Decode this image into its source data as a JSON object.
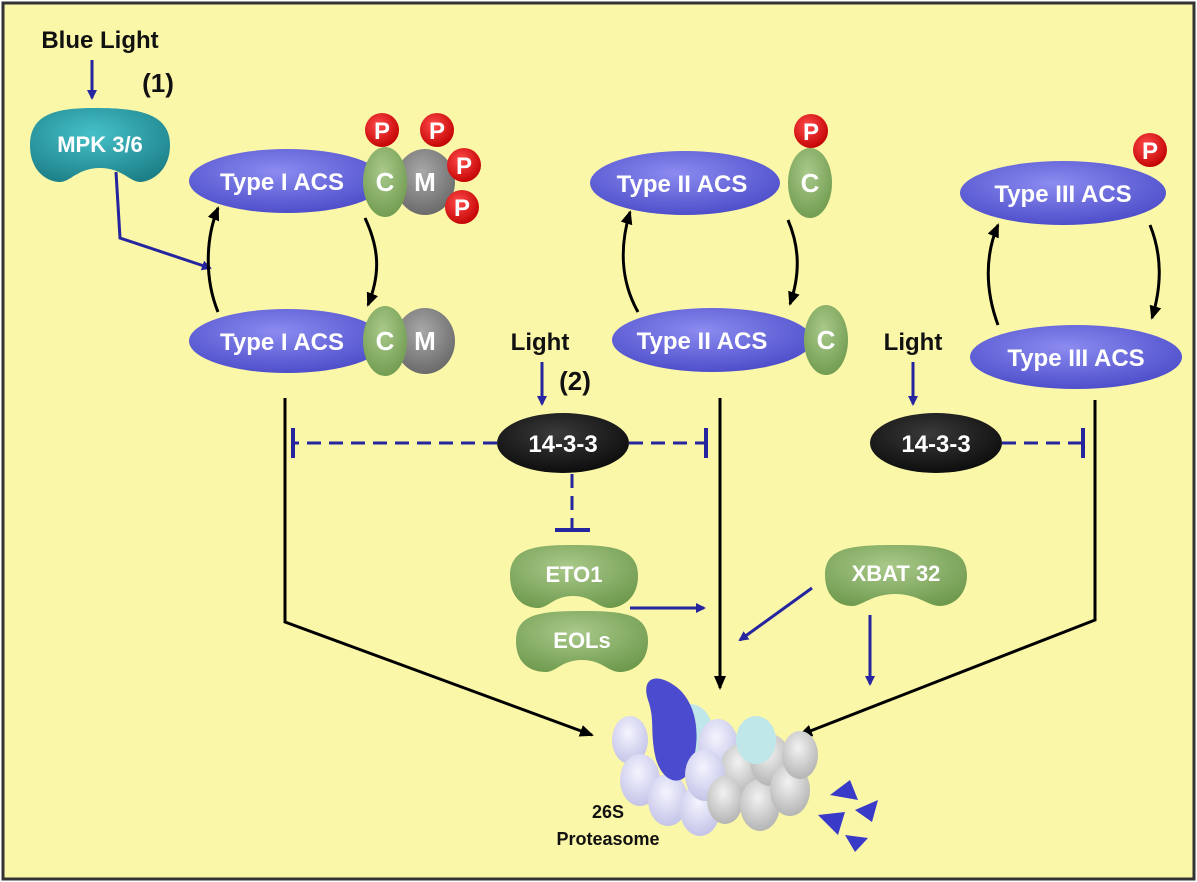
{
  "labels": {
    "blue_light": "Blue Light",
    "mechanism_1": "(1)",
    "mechanism_2": "(2)",
    "light_a": "Light",
    "light_b": "Light",
    "proteasome_line1": "26S",
    "proteasome_line2": "Proteasome"
  },
  "kinase": {
    "label": "MPK 3/6"
  },
  "acs": {
    "type1_top": "Type I ACS",
    "type1_bottom": "Type I ACS",
    "type2_top": "Type II ACS",
    "type2_bottom": "Type II ACS",
    "type3_top": "Type III ACS",
    "type3_bottom": "Type III ACS"
  },
  "domains": {
    "c": "C",
    "m": "M"
  },
  "phospho": "P",
  "regulators": {
    "protein_14_3_3_a": "14-3-3",
    "protein_14_3_3_b": "14-3-3",
    "eto1": "ETO1",
    "eols": "EOLs",
    "xbat32": "XBAT 32"
  },
  "colors": {
    "background": "#fbf7a8",
    "acs_fill": "#6666dd",
    "kinase_fill": "#2aa0a8",
    "domain_c": "#8fb56a",
    "domain_m": "#8a8a8a",
    "phospho": "#dd1111",
    "regulator_dark": "#1a1a1a",
    "regulator_green": "#8fb56a",
    "arrow_blue": "#2525a0",
    "arrow_black": "#000000"
  }
}
